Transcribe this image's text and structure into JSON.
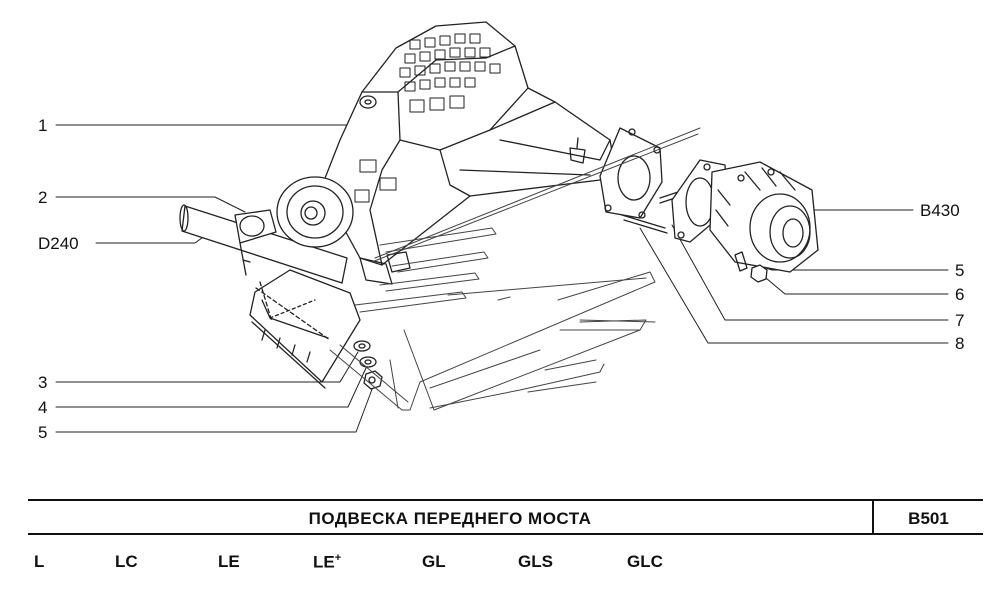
{
  "callouts": {
    "c1": "1",
    "c2": "2",
    "d240": "D240",
    "c3": "3",
    "c4": "4",
    "c5a": "5",
    "b430": "B430",
    "c5b": "5",
    "c6": "6",
    "c7": "7",
    "c8": "8"
  },
  "title_block": {
    "title": "ПОДВЕСКА  ПЕРЕДНЕГО  МОСТА",
    "code": "B501"
  },
  "variants": {
    "v1": "L",
    "v2": "LC",
    "v3": "LE",
    "v4": "LE",
    "v4_mark": "+",
    "v5": "GL",
    "v6": "GLS",
    "v7": "GLC"
  }
}
